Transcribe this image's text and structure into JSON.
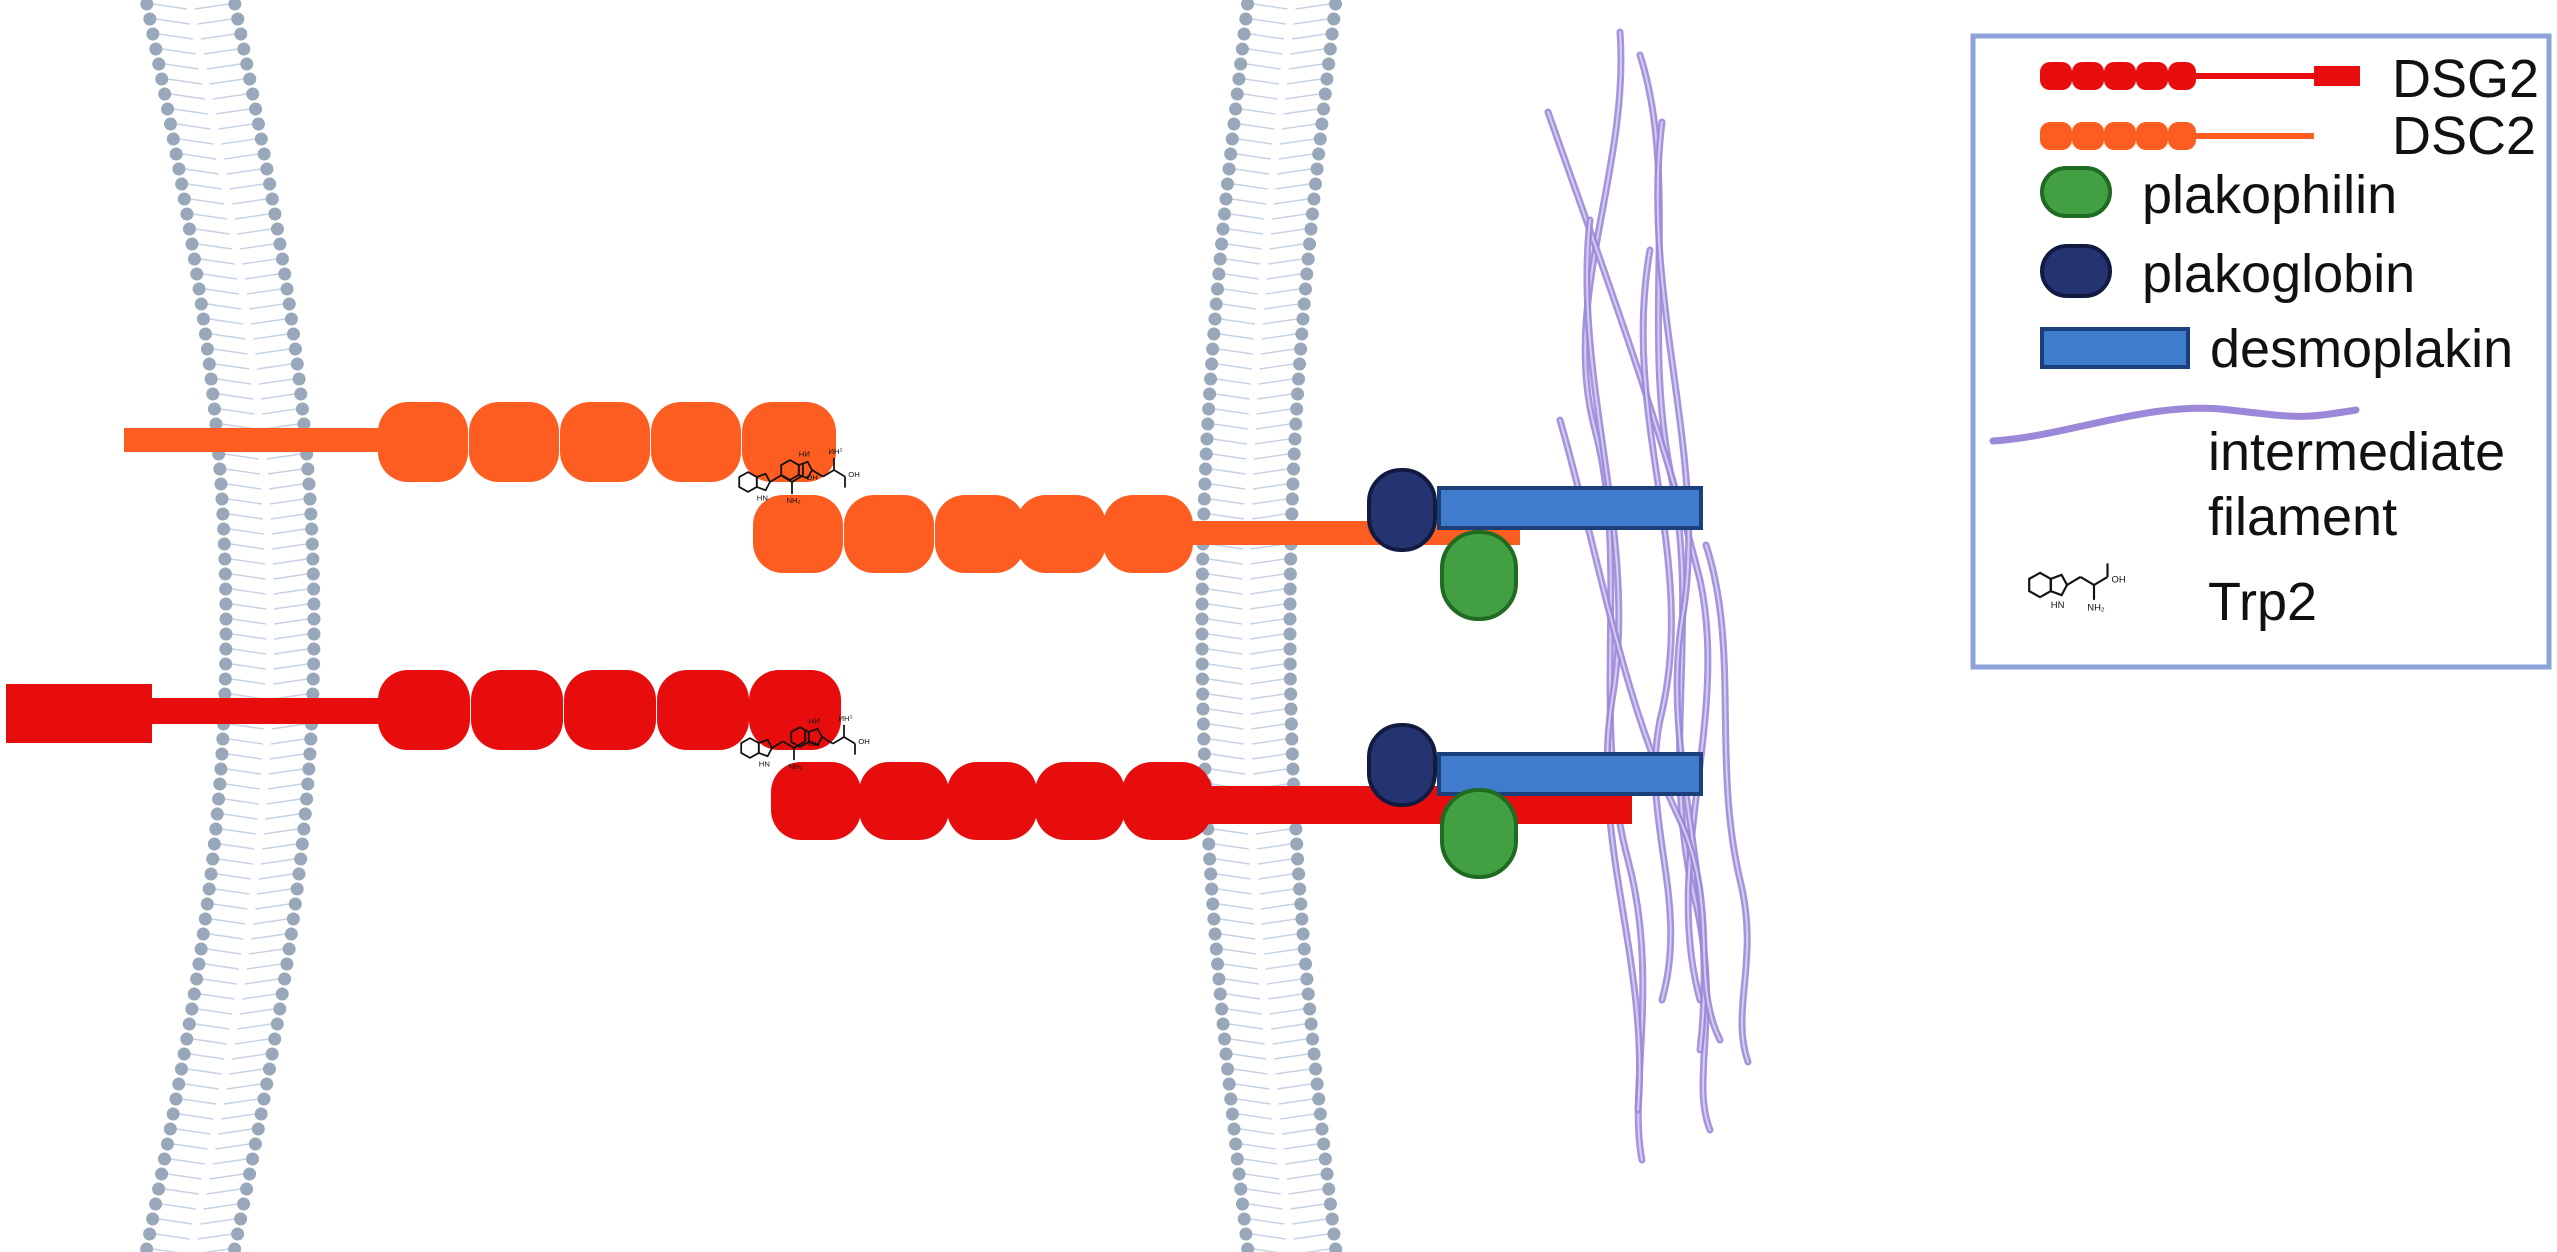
{
  "colors": {
    "dsg2": "#e70d0d",
    "dsc2": "#fe5d21",
    "plakophilin_fill": "#42a043",
    "plakophilin_stroke": "#1f6b22",
    "plakoglobin_fill": "#243470",
    "plakoglobin_stroke": "#111a40",
    "desmoplakin_fill": "#3f7ccb",
    "desmoplakin_stroke": "#1b3f7a",
    "filament": "#9b88d8",
    "membrane_head": "#98a7ba",
    "legend_border": "#8ea3dc"
  },
  "icons": [
    "dsg2-glyph",
    "dsc2-glyph",
    "plakophilin-glyph",
    "plakoglobin-glyph",
    "desmoplakin-glyph",
    "intermediate-filament-glyph",
    "trp2-structure-icon"
  ],
  "legend": {
    "items": [
      {
        "key": "dsg2",
        "label": "DSG2"
      },
      {
        "key": "dsc2",
        "label": "DSC2"
      },
      {
        "key": "plakophilin",
        "label": "plakophilin"
      },
      {
        "key": "plakoglobin",
        "label": "plakoglobin"
      },
      {
        "key": "desmoplakin",
        "label": "desmoplakin"
      },
      {
        "key": "filament",
        "label_line1": "intermediate",
        "label_line2": "filament"
      },
      {
        "key": "trp2",
        "label": "Trp2"
      }
    ]
  }
}
